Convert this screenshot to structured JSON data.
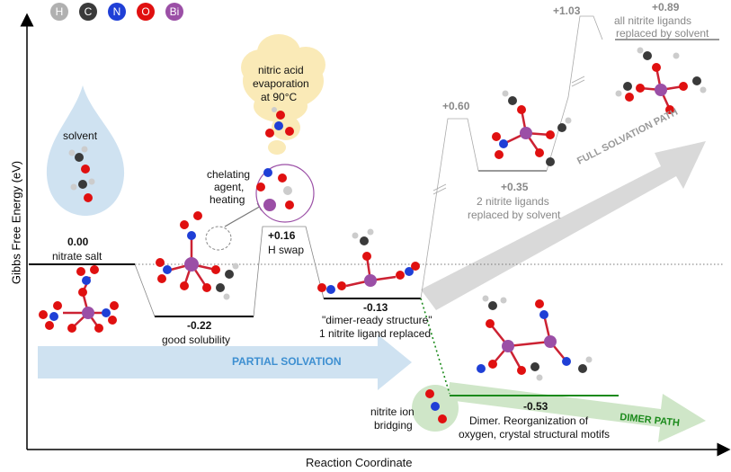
{
  "legend": [
    {
      "symbol": "H",
      "color": "#b0b0b0"
    },
    {
      "symbol": "C",
      "color": "#3a3a3a"
    },
    {
      "symbol": "N",
      "color": "#1f3fd6"
    },
    {
      "symbol": "O",
      "color": "#e01010"
    },
    {
      "symbol": "Bi",
      "color": "#9b4fa6"
    }
  ],
  "axes": {
    "y_label": "Gibbs Free Energy (eV)",
    "x_label": "Reaction Coordinate"
  },
  "states": {
    "nitrate": {
      "energy": "0.00",
      "label": "nitrate salt"
    },
    "solubility": {
      "energy": "-0.22",
      "label": "good solubility"
    },
    "hswap": {
      "energy": "+0.16",
      "label": "H swap"
    },
    "dimer_ready": {
      "energy": "-0.13",
      "label1": "\"dimer-ready structure\"",
      "label2": "1 nitrite ligand replaced"
    },
    "ts1": {
      "energy": "+0.60"
    },
    "two_nitrite": {
      "energy": "+0.35",
      "label1": "2 nitrite ligands",
      "label2": "replaced by solvent"
    },
    "ts2": {
      "energy": "+1.03"
    },
    "all_nitrite": {
      "energy": "+0.89",
      "label1": "all nitrite ligands",
      "label2": "replaced by solvent"
    },
    "dimer": {
      "energy": "-0.53",
      "label1": "Dimer. Reorganization of",
      "label2": "oxygen, crystal structural motifs"
    }
  },
  "annotations": {
    "solvent": "solvent",
    "chelating1": "chelating",
    "chelating2": "agent,",
    "chelating3": "heating",
    "evap1": "nitric acid",
    "evap2": "evaporation",
    "evap3": "at 90°C",
    "nitrite1": "nitrite ion",
    "nitrite2": "bridging"
  },
  "paths": {
    "partial": "PARTIAL SOLVATION",
    "full": "FULL SOLVATION PATH",
    "dimer": "DIMER PATH"
  }
}
